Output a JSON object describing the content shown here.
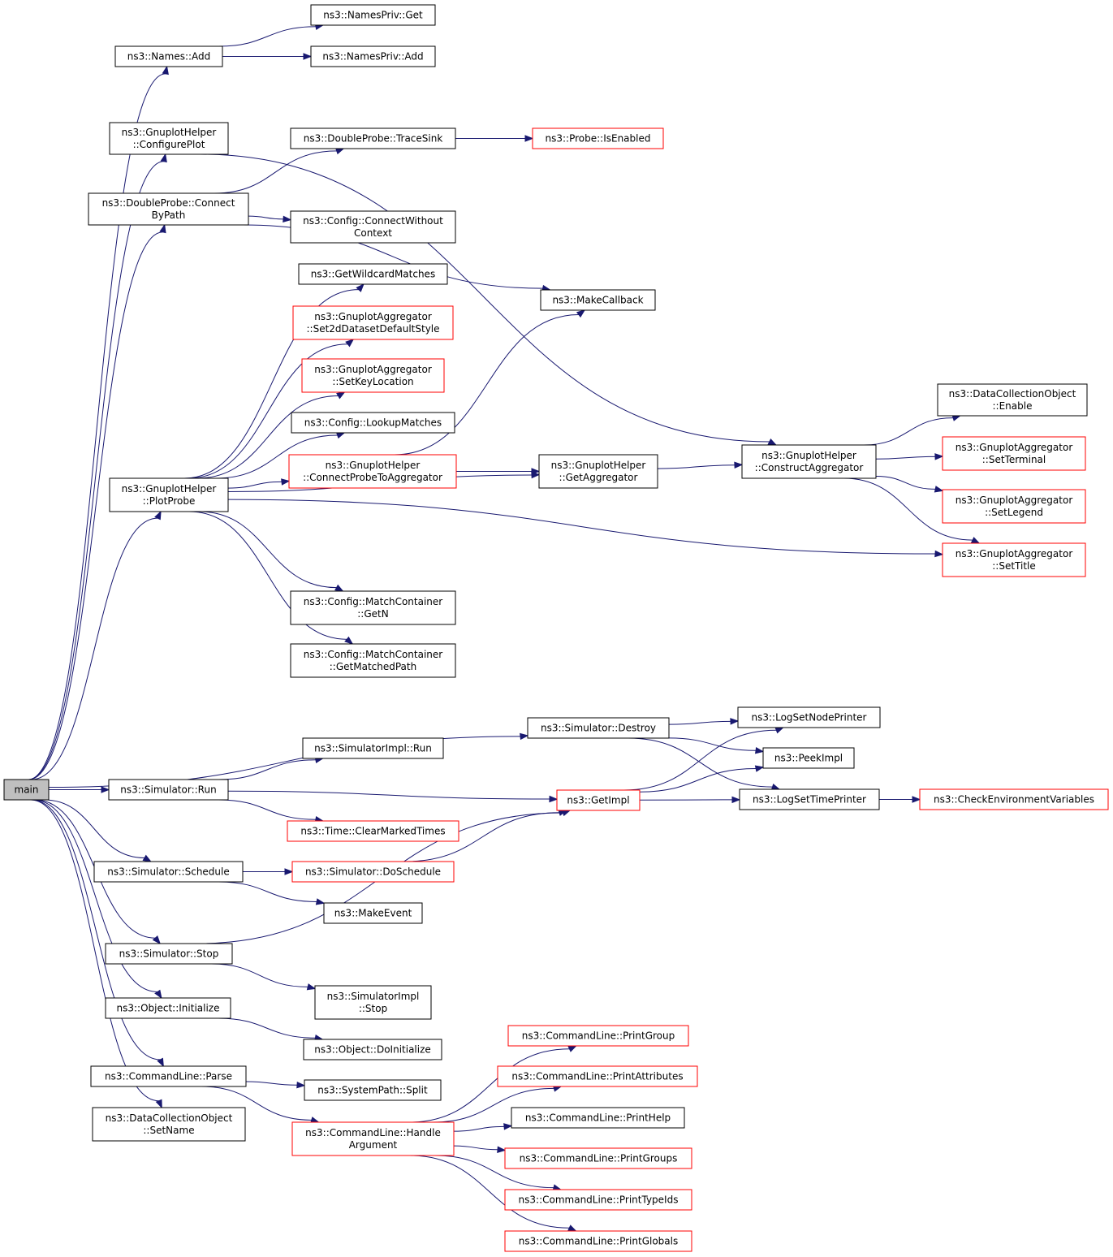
{
  "colors": {
    "edge": "#191970",
    "default_border": "#000000",
    "truncated_border": "#ff0000",
    "root_fill": "#bfbfbf"
  },
  "nodes": {
    "main": [
      "main"
    ],
    "names_add": [
      "ns3::Names::Add"
    ],
    "namespriv_get": [
      "ns3::NamesPriv::Get"
    ],
    "namespriv_add": [
      "ns3::NamesPriv::Add"
    ],
    "gh_configureplot": [
      "ns3::GnuplotHelper",
      "::ConfigurePlot"
    ],
    "dp_tracesink": [
      "ns3::DoubleProbe::TraceSink"
    ],
    "probe_isenabled": [
      "ns3::Probe::IsEnabled"
    ],
    "dp_connectbypath": [
      "ns3::DoubleProbe::Connect",
      "ByPath"
    ],
    "cfg_connectwithoutcontext": [
      "ns3::Config::ConnectWithout",
      "Context"
    ],
    "getwildcardmatches": [
      "ns3::GetWildcardMatches"
    ],
    "makecallback": [
      "ns3::MakeCallback"
    ],
    "ga_set2d": [
      "ns3::GnuplotAggregator",
      "::Set2dDatasetDefaultStyle"
    ],
    "ga_setkeylocation": [
      "ns3::GnuplotAggregator",
      "::SetKeyLocation"
    ],
    "dco_enable": [
      "ns3::DataCollectionObject",
      "::Enable"
    ],
    "cfg_lookupmatches": [
      "ns3::Config::LookupMatches"
    ],
    "gh_construct": [
      "ns3::GnuplotHelper",
      "::ConstructAggregator"
    ],
    "ga_setterminal": [
      "ns3::GnuplotAggregator",
      "::SetTerminal"
    ],
    "gh_connectprobe": [
      "ns3::GnuplotHelper",
      "::ConnectProbeToAggregator"
    ],
    "gh_getaggregator": [
      "ns3::GnuplotHelper",
      "::GetAggregator"
    ],
    "gh_plotprobe": [
      "ns3::GnuplotHelper",
      "::PlotProbe"
    ],
    "ga_setlegend": [
      "ns3::GnuplotAggregator",
      "::SetLegend"
    ],
    "ga_settitle": [
      "ns3::GnuplotAggregator",
      "::SetTitle"
    ],
    "mc_getn": [
      "ns3::Config::MatchContainer",
      "::GetN"
    ],
    "mc_getmatchedpath": [
      "ns3::Config::MatchContainer",
      "::GetMatchedPath"
    ],
    "sim_destroy": [
      "ns3::Simulator::Destroy"
    ],
    "logsetnodeprinter": [
      "ns3::LogSetNodePrinter"
    ],
    "simimpl_run": [
      "ns3::SimulatorImpl::Run"
    ],
    "peekimpl": [
      "ns3::PeekImpl"
    ],
    "sim_run": [
      "ns3::Simulator::Run"
    ],
    "getimpl": [
      "ns3::GetImpl"
    ],
    "logsettimeprinter": [
      "ns3::LogSetTimePrinter"
    ],
    "checkenv": [
      "ns3::CheckEnvironmentVariables"
    ],
    "time_clearmarked": [
      "ns3::Time::ClearMarkedTimes"
    ],
    "sim_schedule": [
      "ns3::Simulator::Schedule"
    ],
    "sim_doschedule": [
      "ns3::Simulator::DoSchedule"
    ],
    "makeevent": [
      "ns3::MakeEvent"
    ],
    "sim_stop": [
      "ns3::Simulator::Stop"
    ],
    "simimpl_stop": [
      "ns3::SimulatorImpl",
      "::Stop"
    ],
    "obj_initialize": [
      "ns3::Object::Initialize"
    ],
    "obj_doinitialize": [
      "ns3::Object::DoInitialize"
    ],
    "cl_printgroup": [
      "ns3::CommandLine::PrintGroup"
    ],
    "cl_parse": [
      "ns3::CommandLine::Parse"
    ],
    "cl_printattributes": [
      "ns3::CommandLine::PrintAttributes"
    ],
    "syspath_split": [
      "ns3::SystemPath::Split"
    ],
    "dco_setname": [
      "ns3::DataCollectionObject",
      "::SetName"
    ],
    "cl_printhelp": [
      "ns3::CommandLine::PrintHelp"
    ],
    "cl_handleargument": [
      "ns3::CommandLine::Handle",
      "Argument"
    ],
    "cl_printgroups": [
      "ns3::CommandLine::PrintGroups"
    ],
    "cl_printtypeids": [
      "ns3::CommandLine::PrintTypeIds"
    ],
    "cl_printglobals": [
      "ns3::CommandLine::PrintGlobals"
    ]
  },
  "edges": [
    [
      "main",
      "names_add"
    ],
    [
      "names_add",
      "namespriv_get"
    ],
    [
      "names_add",
      "namespriv_add"
    ],
    [
      "main",
      "gh_configureplot"
    ],
    [
      "gh_configureplot",
      "gh_construct"
    ],
    [
      "main",
      "dp_connectbypath"
    ],
    [
      "dp_connectbypath",
      "dp_tracesink"
    ],
    [
      "dp_tracesink",
      "probe_isenabled"
    ],
    [
      "dp_connectbypath",
      "cfg_connectwithoutcontext"
    ],
    [
      "dp_connectbypath",
      "makecallback"
    ],
    [
      "main",
      "gh_plotprobe"
    ],
    [
      "gh_plotprobe",
      "getwildcardmatches"
    ],
    [
      "gh_plotprobe",
      "ga_set2d"
    ],
    [
      "gh_plotprobe",
      "ga_setkeylocation"
    ],
    [
      "gh_plotprobe",
      "cfg_lookupmatches"
    ],
    [
      "gh_plotprobe",
      "gh_connectprobe"
    ],
    [
      "gh_connectprobe",
      "makecallback"
    ],
    [
      "gh_connectprobe",
      "gh_getaggregator"
    ],
    [
      "gh_plotprobe",
      "gh_getaggregator"
    ],
    [
      "gh_getaggregator",
      "gh_construct"
    ],
    [
      "gh_construct",
      "dco_enable"
    ],
    [
      "gh_construct",
      "ga_setterminal"
    ],
    [
      "gh_construct",
      "ga_setlegend"
    ],
    [
      "gh_construct",
      "ga_settitle"
    ],
    [
      "gh_plotprobe",
      "ga_settitle"
    ],
    [
      "gh_plotprobe",
      "mc_getn"
    ],
    [
      "gh_plotprobe",
      "mc_getmatchedpath"
    ],
    [
      "main",
      "sim_destroy"
    ],
    [
      "sim_destroy",
      "logsetnodeprinter"
    ],
    [
      "sim_destroy",
      "peekimpl"
    ],
    [
      "sim_destroy",
      "logsettimeprinter"
    ],
    [
      "main",
      "sim_run"
    ],
    [
      "sim_run",
      "simimpl_run"
    ],
    [
      "sim_run",
      "getimpl"
    ],
    [
      "sim_run",
      "time_clearmarked"
    ],
    [
      "getimpl",
      "logsetnodeprinter"
    ],
    [
      "getimpl",
      "peekimpl"
    ],
    [
      "getimpl",
      "logsettimeprinter"
    ],
    [
      "logsettimeprinter",
      "checkenv"
    ],
    [
      "main",
      "sim_schedule"
    ],
    [
      "sim_schedule",
      "sim_doschedule"
    ],
    [
      "sim_schedule",
      "makeevent"
    ],
    [
      "sim_doschedule",
      "getimpl"
    ],
    [
      "main",
      "sim_stop"
    ],
    [
      "sim_stop",
      "getimpl"
    ],
    [
      "sim_stop",
      "simimpl_stop"
    ],
    [
      "main",
      "obj_initialize"
    ],
    [
      "obj_initialize",
      "obj_doinitialize"
    ],
    [
      "main",
      "cl_parse"
    ],
    [
      "cl_parse",
      "syspath_split"
    ],
    [
      "cl_parse",
      "cl_handleargument"
    ],
    [
      "main",
      "dco_setname"
    ],
    [
      "cl_handleargument",
      "cl_printgroup"
    ],
    [
      "cl_handleargument",
      "cl_printattributes"
    ],
    [
      "cl_handleargument",
      "cl_printhelp"
    ],
    [
      "cl_handleargument",
      "cl_printgroups"
    ],
    [
      "cl_handleargument",
      "cl_printtypeids"
    ],
    [
      "cl_handleargument",
      "cl_printglobals"
    ]
  ]
}
